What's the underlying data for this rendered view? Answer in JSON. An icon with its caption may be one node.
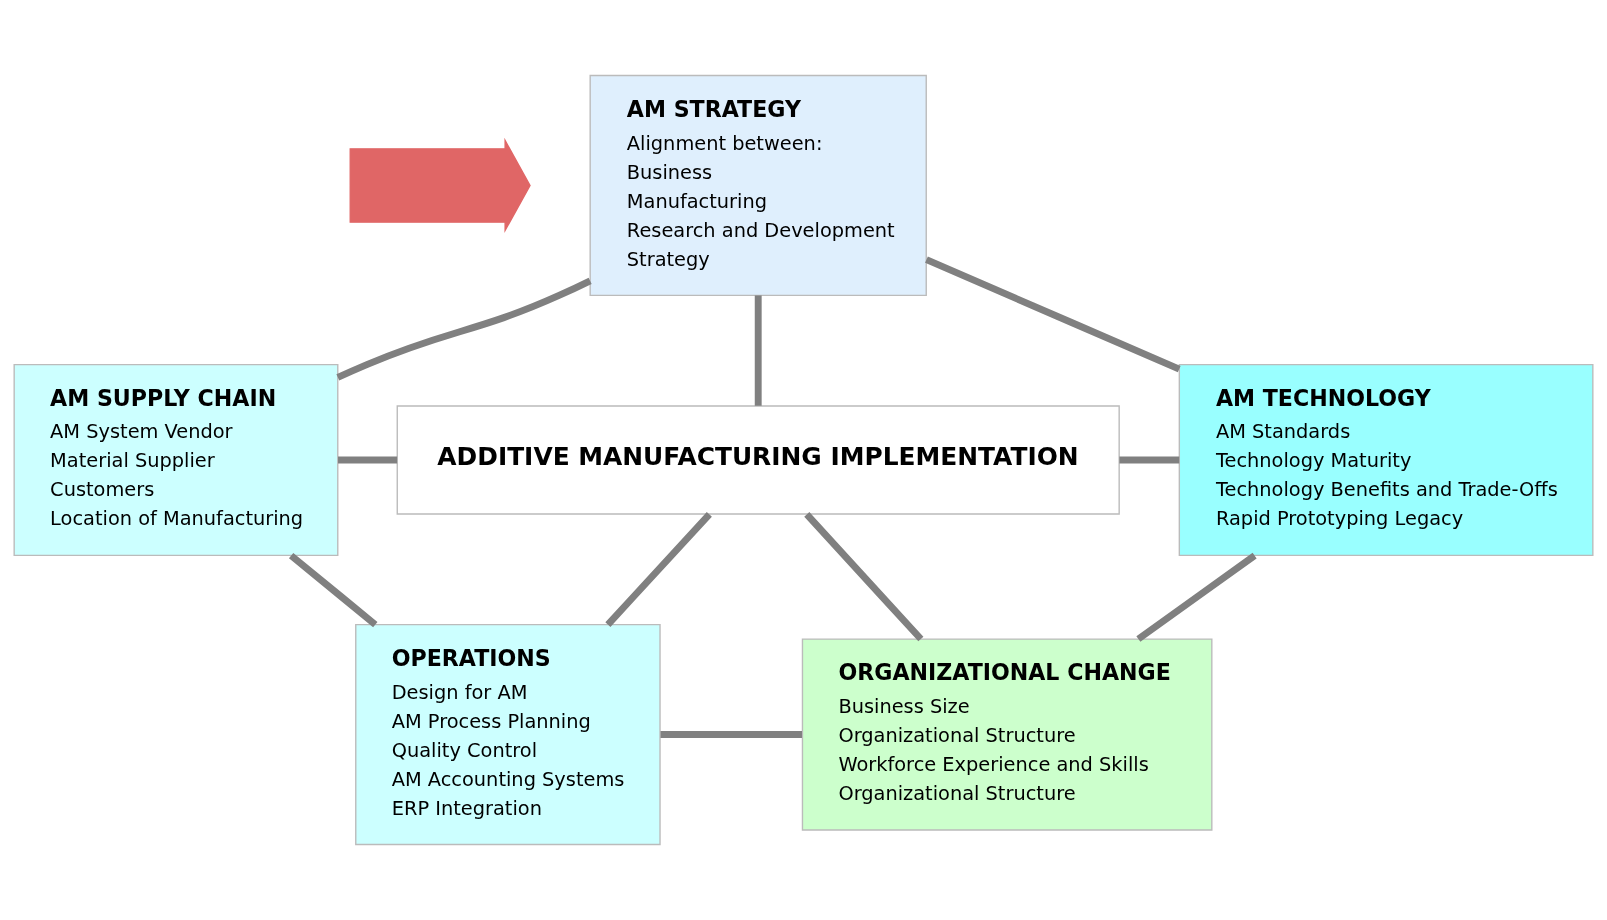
{
  "diagram": {
    "nodes": [
      {
        "text": [],
        "shape": "arrow"
      },
      {
        "text": [
          "AM STRATEGY",
          "Alignment between:",
          "Business",
          "Manufacturing",
          "Research and Development",
          "Strategy"
        ]
      },
      {
        "text": [
          "AM TECHNOLOGY",
          "AM Standards",
          "Technology Maturity",
          "Technology Benefits and Trade-Offs",
          "Rapid Prototyping Legacy"
        ]
      },
      {
        "text": [
          "ADDITIVE MANUFACTURING IMPLEMENTATION"
        ]
      },
      {
        "text": [
          "AM SUPPLY CHAIN",
          "AM System Vendor",
          "Material Supplier",
          "Customers",
          "Location of Manufacturing"
        ]
      },
      {
        "text": [
          "ORGANIZATIONAL CHANGE",
          "Business Size",
          "Organizational Structure",
          "Workforce Experience and Skills",
          "Organizational Structure"
        ]
      },
      {
        "text": [
          "OPERATIONS",
          "Design for AM",
          "AM Process Planning",
          "Quality Control",
          "AM Accounting Systems",
          "ERP Integration"
        ]
      }
    ],
    "edges": [
      {
        "from": 3,
        "to": 1,
        "arrow": "none"
      },
      {
        "from": 3,
        "to": 2,
        "arrow": "none"
      },
      {
        "from": 3,
        "to": 4,
        "arrow": "none"
      },
      {
        "from": 3,
        "to": 5,
        "arrow": "none"
      },
      {
        "from": 3,
        "to": 6,
        "arrow": "none"
      },
      {
        "from": 1,
        "to": 4,
        "arrow": "none"
      },
      {
        "from": 4,
        "to": 6,
        "arrow": "none"
      },
      {
        "from": 6,
        "to": 5,
        "arrow": "none"
      },
      {
        "from": 5,
        "to": 2,
        "arrow": "none"
      },
      {
        "from": 2,
        "to": 1,
        "arrow": "none"
      }
    ]
  }
}
